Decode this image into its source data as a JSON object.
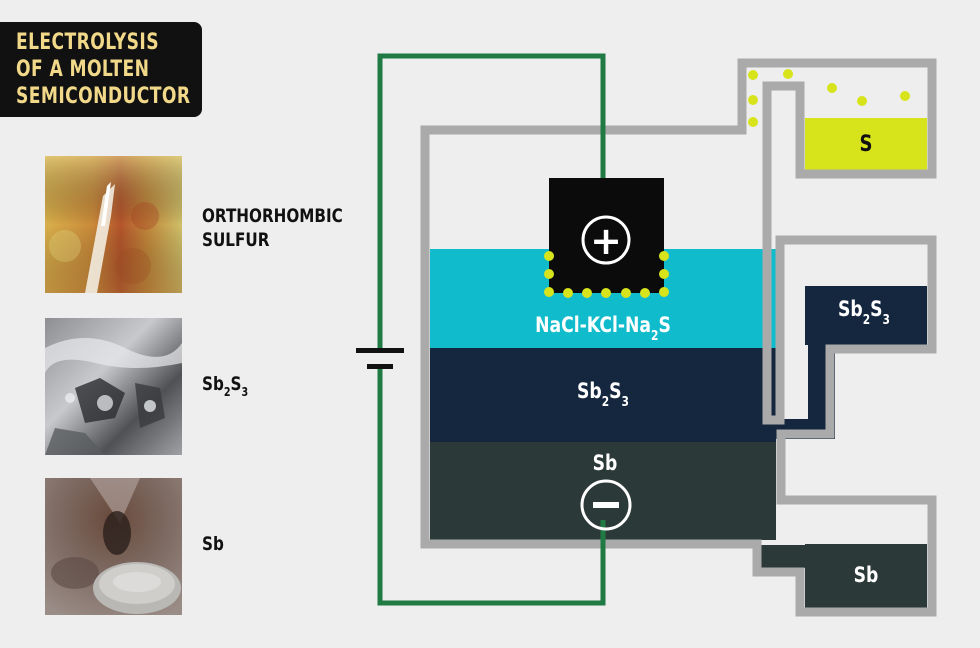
{
  "title": {
    "lines": [
      "ELECTROLYSIS",
      "OF A MOLTEN",
      "SEMICONDUCTOR"
    ]
  },
  "samples": [
    {
      "label_lines": [
        "ORTHORHOMBIC",
        "SULFUR"
      ],
      "image": "orthorhombic-sulfur-photo"
    },
    {
      "label_base": "Sb",
      "label_sub1": "2",
      "label_mid": "S",
      "label_sub2": "3",
      "image": "antimony-sulfide-photo"
    },
    {
      "label": "Sb",
      "image": "antimony-photo"
    }
  ],
  "diagram": {
    "electrolyte": {
      "base": "NaCl-KCl-Na",
      "sub": "2",
      "tail": "S"
    },
    "middle_layer": {
      "base": "Sb",
      "sub1": "2",
      "mid": "S",
      "sub2": "3"
    },
    "bottom_layer": {
      "label": "Sb"
    },
    "anode_symbol": "+",
    "cathode_symbol": "−",
    "collectors": {
      "sulfur": "S",
      "sb2s3": {
        "base": "Sb",
        "sub1": "2",
        "mid": "S",
        "sub2": "3"
      },
      "sb": "Sb"
    }
  },
  "colors": {
    "title_bg": "#111111",
    "title_text": "#f2d98a",
    "wire": "#1f7a44",
    "vessel": "#aaaaaa",
    "electrolyte": "#10bccc",
    "sb2s3": "#15273f",
    "sb": "#2c3939",
    "sulfur": "#d8e41b",
    "anode": "#0b0b0b"
  }
}
